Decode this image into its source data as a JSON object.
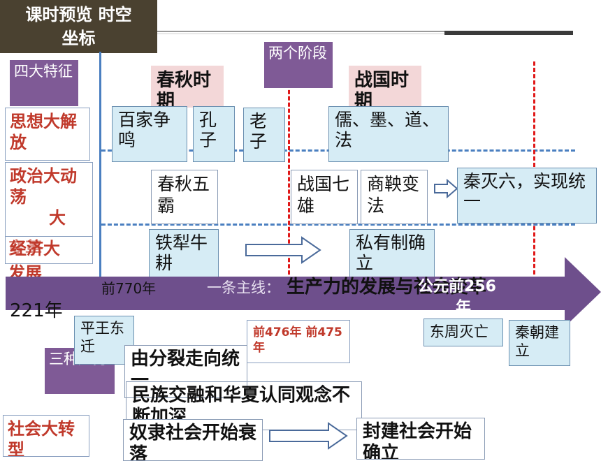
{
  "header": {
    "title_line1": "课时预览  时空",
    "title_line2": "坐标"
  },
  "labels": {
    "four_features": "四大特征",
    "two_stages": "两个阶段",
    "three_trends": "三种趋势"
  },
  "periods": {
    "spring_autumn": "春秋时期",
    "warring_states": "战国时期"
  },
  "features": {
    "thought": "思想大解放",
    "politics": "政治大动荡",
    "politics_extra": "大",
    "economy_a": "经济大",
    "economy_b": "变革",
    "economy_c": "发展",
    "society": "社会大转型"
  },
  "thought_row": {
    "hundred_schools": "百家争鸣",
    "confucius": "孔子",
    "laozi": "老子",
    "schools": "儒、墨、道、法"
  },
  "politics_row": {
    "five_hegemons": "春秋五霸",
    "seven_states": "战国七雄",
    "shang_yang": "商鞅变法",
    "qin_unify": "秦灭六，实现统一"
  },
  "economy_row": {
    "iron_plow": "铁犁牛耕",
    "private_ownership": "私有制确立"
  },
  "timeline": {
    "start": "前770年",
    "main_line_label": "一条主线：",
    "main_line_text": "生产力的发展与社会变革",
    "end_top": "公元前256",
    "end_unit": "年",
    "year_221": "221年"
  },
  "events": {
    "pingwang": "平王东迁",
    "boundary": "前476年 前475年",
    "zhou_end": "东周灭亡",
    "qin_found": "秦朝建立"
  },
  "trends": {
    "unify": "由分裂走向统一",
    "ethnic": "民族交融和华夏认同观念不断加深",
    "slavery": "奴隶社会开始衰落",
    "feudal": "封建社会开始确立"
  },
  "colors": {
    "title_bg": "#4a4130",
    "purple": "#7f5a96",
    "arrow": "#6e4f8c",
    "red_label": "#c0392b"
  }
}
